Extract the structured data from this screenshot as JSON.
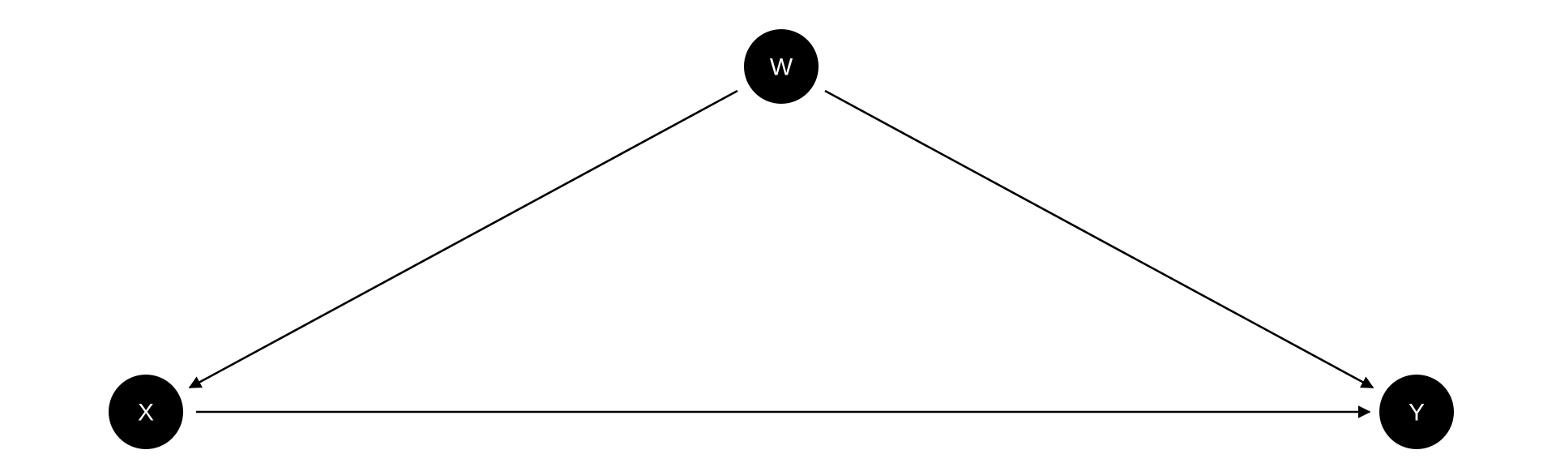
{
  "diagram": {
    "type": "directed-acyclic-graph",
    "node_color": "#000000",
    "label_color": "#ffffff",
    "edge_color": "#000000",
    "nodes": [
      {
        "id": "W",
        "label": "W"
      },
      {
        "id": "X",
        "label": "X"
      },
      {
        "id": "Y",
        "label": "Y"
      }
    ],
    "edges": [
      {
        "from": "W",
        "to": "X"
      },
      {
        "from": "W",
        "to": "Y"
      },
      {
        "from": "X",
        "to": "Y"
      }
    ]
  }
}
